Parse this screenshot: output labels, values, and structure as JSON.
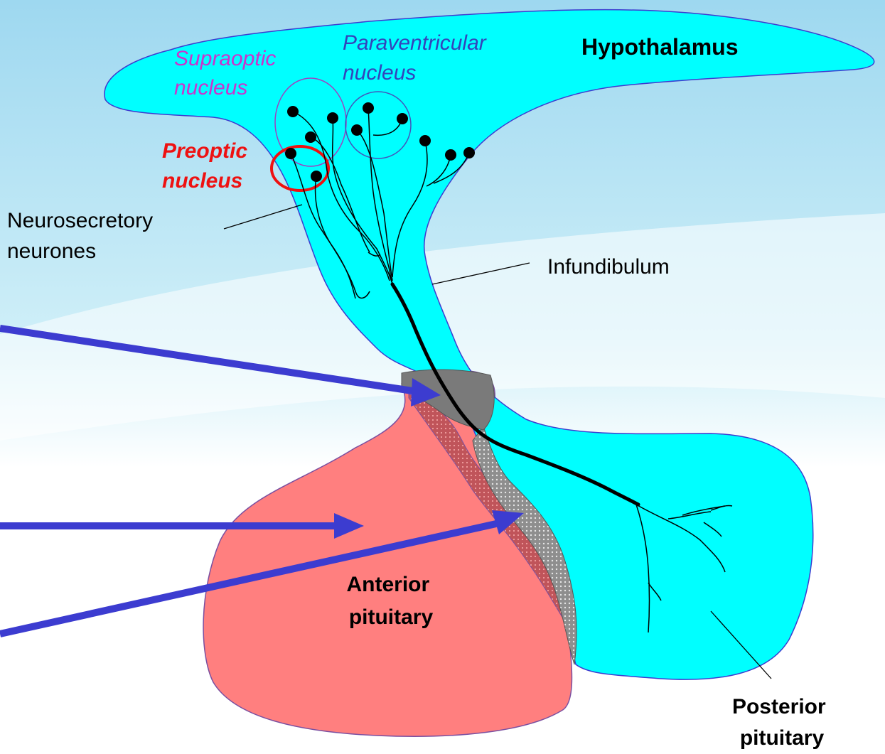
{
  "labels": {
    "hypothalamus": "Hypothalamus",
    "supraoptic": [
      "Supraoptic",
      "nucleus"
    ],
    "paraventricular": [
      "Paraventricular",
      "nucleus"
    ],
    "preoptic": [
      "Preoptic",
      "nucleus"
    ],
    "neurosecretory": [
      "Neurosecretory",
      "neurones"
    ],
    "infundibulum": "Infundibulum",
    "anterior_pituitary": [
      "Anterior",
      "pituitary"
    ],
    "posterior_pituitary": [
      "Posterior",
      "pituitary"
    ]
  },
  "colors": {
    "hypothalamus_fill": "#00FFFF",
    "anterior_fill": "#FF7F7F",
    "pars_intermedia_fill": "#C0545A",
    "posterior_lobe_dotted": "#909090",
    "median_eminence": "#7A7A7A",
    "arrow": "#3C3CD0",
    "supraoptic_text": "#CC33CC",
    "paraventricular_text": "#3344BB",
    "preoptic": "#EE1111",
    "background_top": "#9ED8F0",
    "background_bottom": "#FFFFFF"
  }
}
